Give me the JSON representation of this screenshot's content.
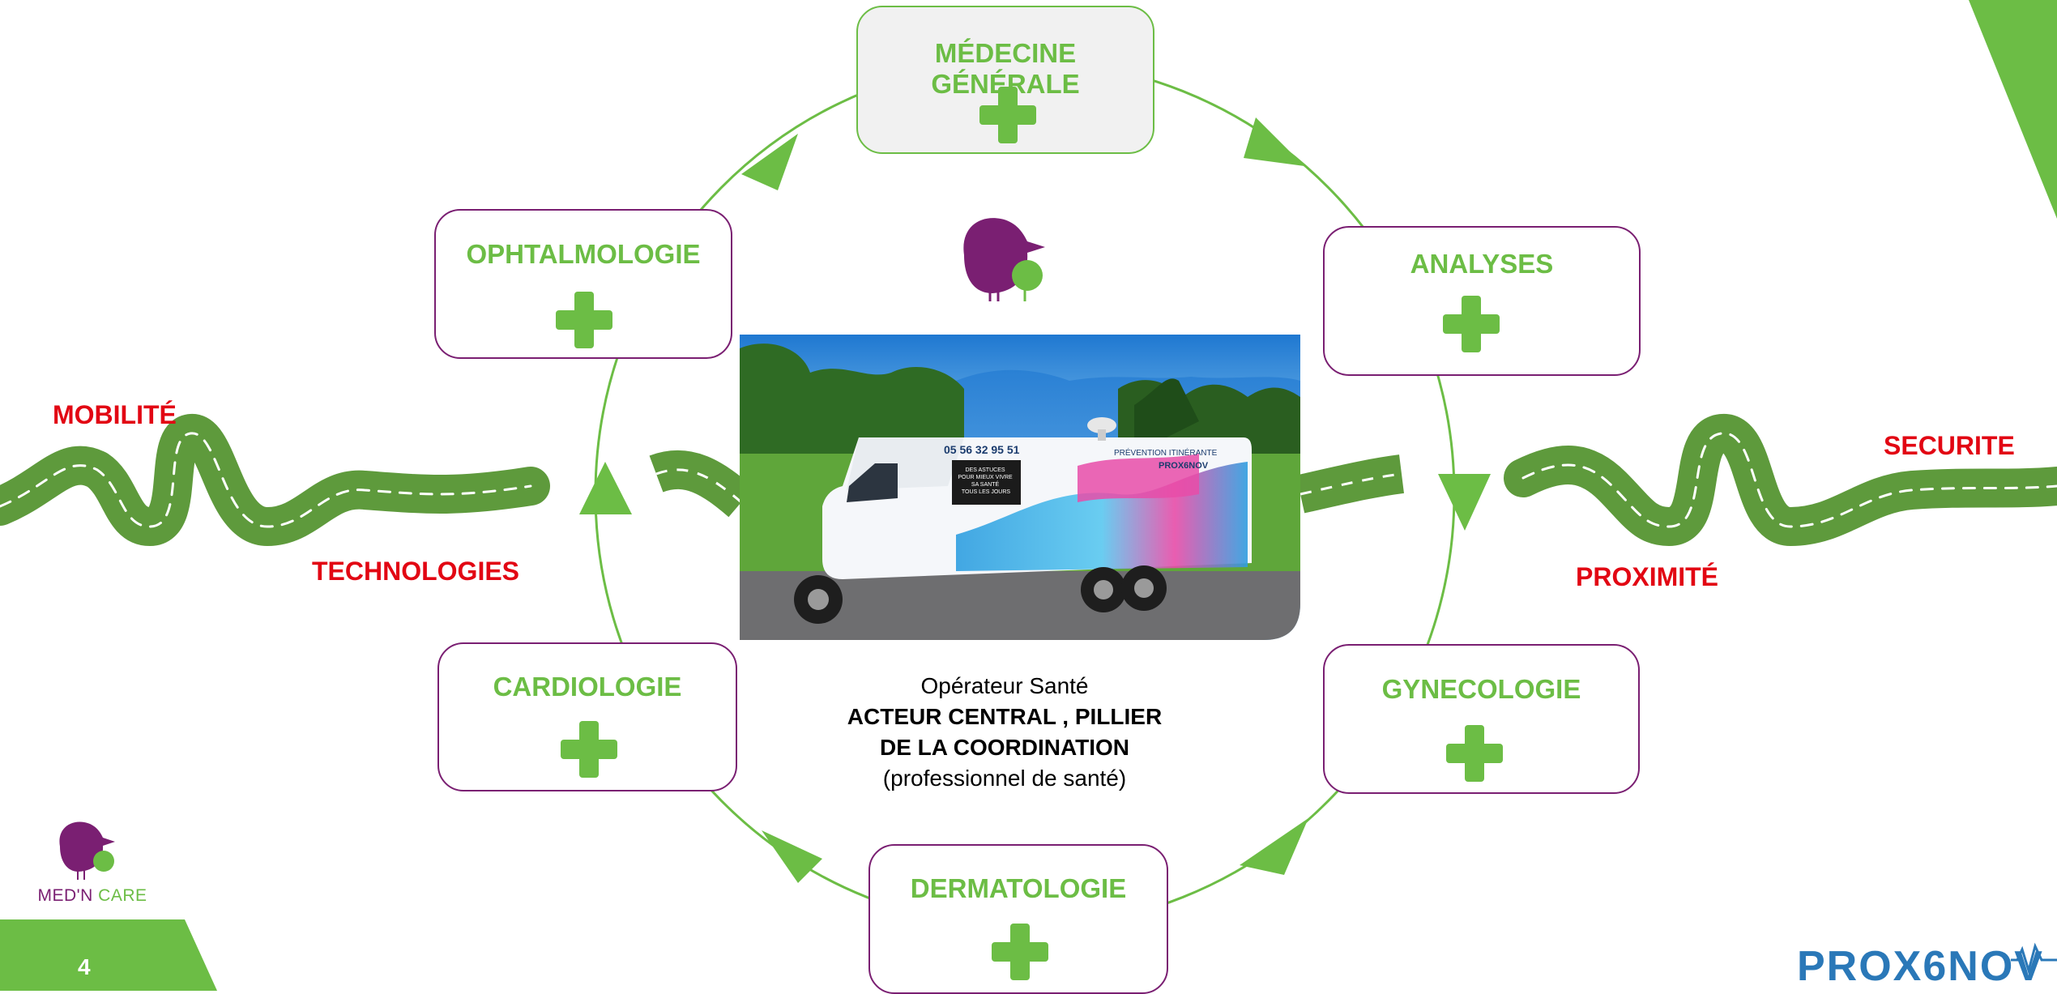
{
  "diagram": {
    "nodes": [
      {
        "id": "medecine-generale",
        "label": "MÉDECINE GÉNÉRALE"
      },
      {
        "id": "analyses",
        "label": "ANALYSES"
      },
      {
        "id": "gynecologie",
        "label": "GYNECOLOGIE"
      },
      {
        "id": "dermatologie",
        "label": "DERMATOLOGIE"
      },
      {
        "id": "cardiologie",
        "label": "CARDIOLOGIE"
      },
      {
        "id": "ophtalmologie",
        "label": "OPHTALMOLOGIE"
      }
    ],
    "road_labels": {
      "mobilite": "MOBILITÉ",
      "technologies": "TECHNOLOGIES",
      "securite": "SECURITE",
      "proximite": "PROXIMITÉ"
    },
    "center": {
      "line1": "Opérateur Santé",
      "line2": "ACTEUR CENTRAL , PILLIER",
      "line3": "DE LA COORDINATION",
      "line4": "(professionnel de santé)"
    },
    "photo": {
      "phone": "05 56 32 95 51",
      "banner": "PRÉVENTION ITINÉRANTE",
      "sign": "DES ASTUCES POUR MIEUX VIVRE SA SANTÉ TOUS LES JOURS",
      "brand": "PROX6NOV"
    }
  },
  "footer": {
    "page_number": "4",
    "mednc_a": "MED'N ",
    "mednc_b": "CARE",
    "prox_logo": "PROX6NOV"
  },
  "colors": {
    "green": "#6cbd45",
    "road": "#5e9a3c",
    "purple": "#7a1f72",
    "red": "#e20613",
    "blue": "#2a78b8"
  },
  "icons": [
    "plus-cross-icon",
    "bird-logo-icon",
    "road-icon",
    "arrow-triangle-icon",
    "pulse-line-icon"
  ]
}
